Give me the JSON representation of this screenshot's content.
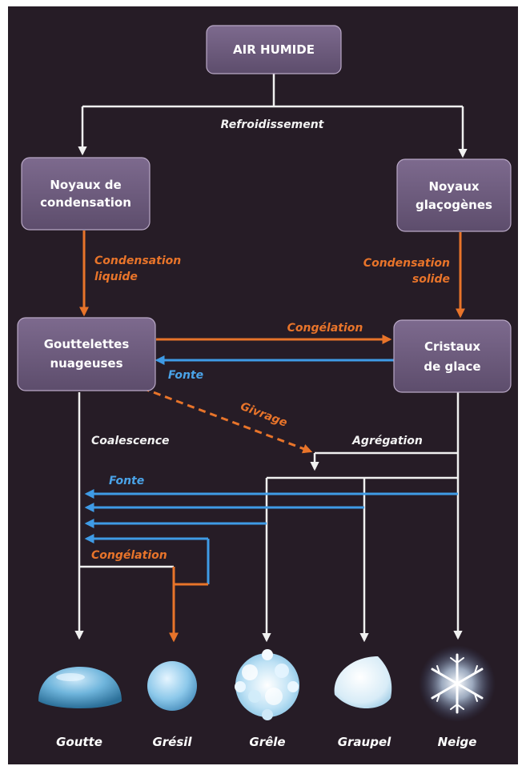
{
  "nodes": {
    "air_humide": "AIR HUMIDE",
    "noyaux_condensation": [
      "Noyaux de",
      "condensation"
    ],
    "noyaux_glacogenes": [
      "Noyaux",
      "glaçogènes"
    ],
    "gouttelettes": [
      "Gouttelettes",
      "nuageuses"
    ],
    "cristaux": [
      "Cristaux",
      "de glace"
    ]
  },
  "edges": {
    "refroidissement": "Refroidissement",
    "condensation_liquide": [
      "Condensation",
      "liquide"
    ],
    "condensation_solide": [
      "Condensation",
      "solide"
    ],
    "congelation_top": "Congélation",
    "fonte_mid": "Fonte",
    "givrage": "Givrage",
    "coalescence": "Coalescence",
    "agregation": "Agrégation",
    "fonte_low": "Fonte",
    "congelation_low": "Congélation"
  },
  "precipitation": [
    "Goutte",
    "Grésil",
    "Grêle",
    "Graupel",
    "Neige"
  ],
  "colors": {
    "background": "#261c26",
    "node_fill": "#6f5d7f",
    "white_arrow": "#f0f0f0",
    "orange_arrow": "#e8742a",
    "blue_arrow": "#3f9be6"
  }
}
